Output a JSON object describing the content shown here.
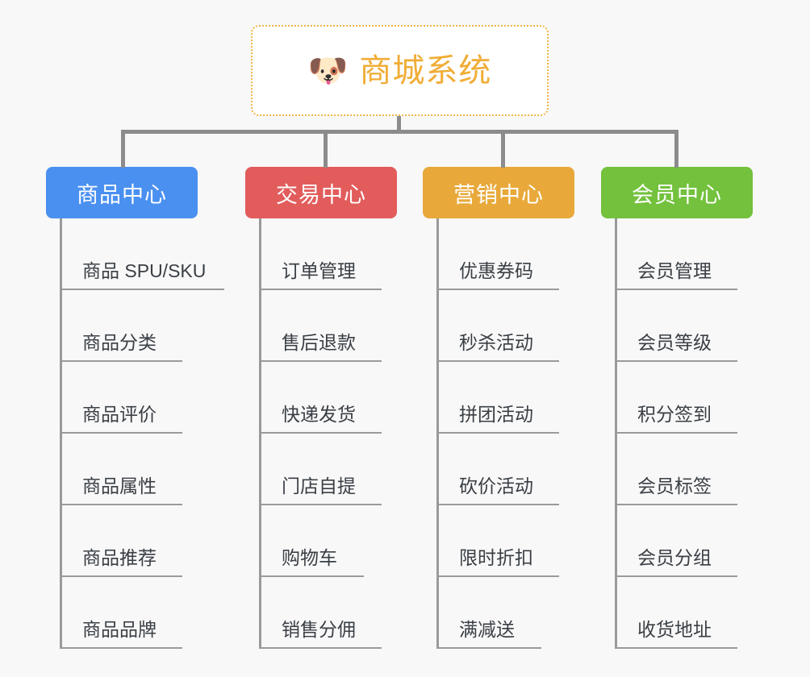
{
  "root": {
    "icon": "dog-face-icon",
    "icon_glyph": "🐶",
    "title": "商城系统",
    "title_color": "#f0ad36",
    "border_color": "#f2b544",
    "background": "#ffffff"
  },
  "canvas": {
    "background": "#f8f8f8",
    "connector_color": "#8c8c8c",
    "rule_color": "#9a9a9a"
  },
  "branches": [
    {
      "label": "商品中心",
      "color": "#4a90f0",
      "leaves": [
        {
          "label": "商品 SPU/SKU",
          "rule_width": 204
        },
        {
          "label": "商品分类",
          "rule_width": 152
        },
        {
          "label": "商品评价",
          "rule_width": 152
        },
        {
          "label": "商品属性",
          "rule_width": 152
        },
        {
          "label": "商品推荐",
          "rule_width": 152
        },
        {
          "label": "商品品牌",
          "rule_width": 152
        }
      ]
    },
    {
      "label": "交易中心",
      "color": "#e25c5c",
      "leaves": [
        {
          "label": "订单管理",
          "rule_width": 152
        },
        {
          "label": "售后退款",
          "rule_width": 152
        },
        {
          "label": "快递发货",
          "rule_width": 152
        },
        {
          "label": "门店自提",
          "rule_width": 152
        },
        {
          "label": "购物车",
          "rule_width": 130
        },
        {
          "label": "销售分佣",
          "rule_width": 152
        }
      ]
    },
    {
      "label": "营销中心",
      "color": "#e8a93a",
      "leaves": [
        {
          "label": "优惠券码",
          "rule_width": 152
        },
        {
          "label": "秒杀活动",
          "rule_width": 152
        },
        {
          "label": "拼团活动",
          "rule_width": 152
        },
        {
          "label": "砍价活动",
          "rule_width": 152
        },
        {
          "label": "限时折扣",
          "rule_width": 152
        },
        {
          "label": "满减送",
          "rule_width": 130
        }
      ]
    },
    {
      "label": "会员中心",
      "color": "#73c13d",
      "leaves": [
        {
          "label": "会员管理",
          "rule_width": 152
        },
        {
          "label": "会员等级",
          "rule_width": 152
        },
        {
          "label": "积分签到",
          "rule_width": 152
        },
        {
          "label": "会员标签",
          "rule_width": 152
        },
        {
          "label": "会员分组",
          "rule_width": 152
        },
        {
          "label": "收货地址",
          "rule_width": 152
        }
      ]
    }
  ],
  "geometry": {
    "column_lefts": [
      57,
      304,
      524,
      745
    ],
    "branch_connector_lefts": [
      150,
      401,
      621,
      836
    ]
  }
}
